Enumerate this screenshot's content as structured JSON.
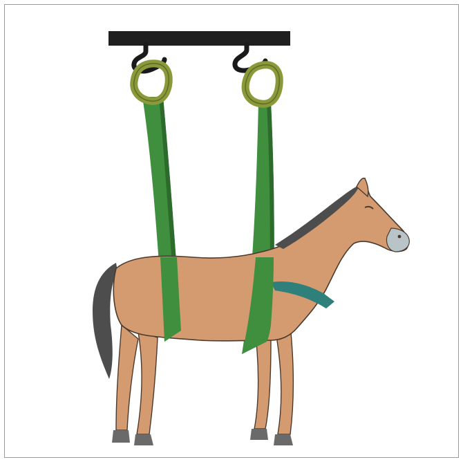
{
  "figure": {
    "colors": {
      "bar": "#1f1f1f",
      "hook": "#1a1a1a",
      "ring": "#8a9a3a",
      "ring_dark": "#5f6b24",
      "strap": "#3f8f3f",
      "strap_dark": "#2d6b2d",
      "horse_body": "#d49a70",
      "horse_outline": "#4a3a2e",
      "mane_tail": "#4d4d4d",
      "muzzle": "#b8c4c8",
      "hoof": "#6a6a6a",
      "collar": "#2f7f7a",
      "frame_border": "#9a9a9a"
    },
    "icons": [
      "overhead-bar",
      "hook-icon",
      "ring-icon",
      "sling-strap",
      "horse-figure",
      "neck-collar"
    ],
    "credit_text": ""
  }
}
